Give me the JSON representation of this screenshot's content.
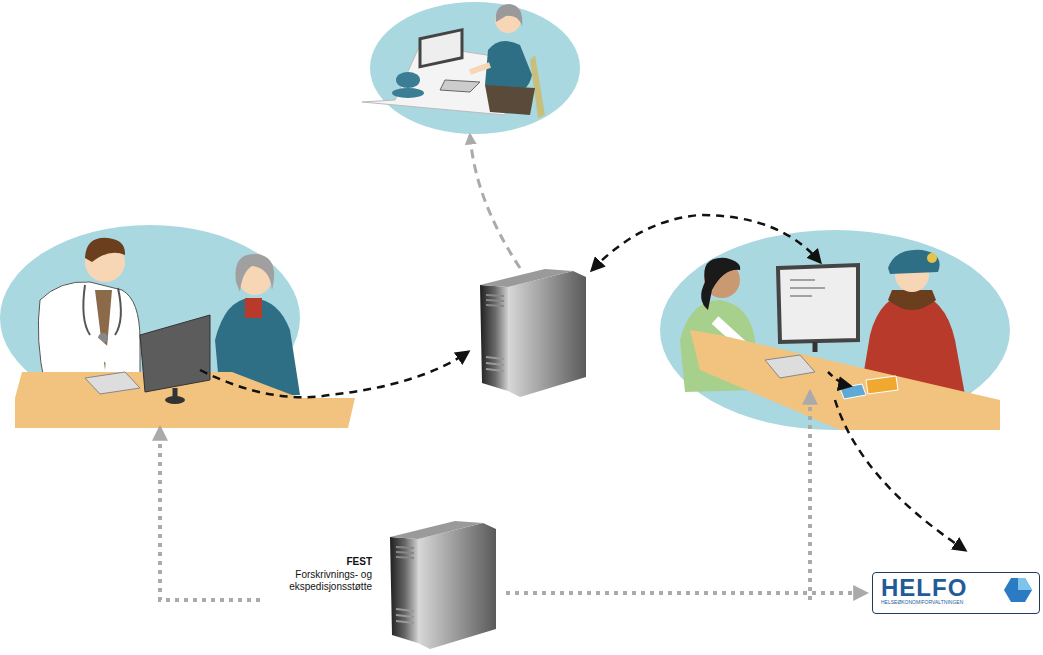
{
  "diagram": {
    "nodes": [
      {
        "text": [
          "FEST",
          "Forskrivnings- og ekspedisjonsstøtte"
        ]
      },
      {
        "text": [
          "HELFO",
          "HELSEØKONOMIFORVALTNINGEN"
        ]
      }
    ],
    "edges": [
      {
        "from": 0,
        "to": 1,
        "arrow": "to"
      }
    ]
  }
}
